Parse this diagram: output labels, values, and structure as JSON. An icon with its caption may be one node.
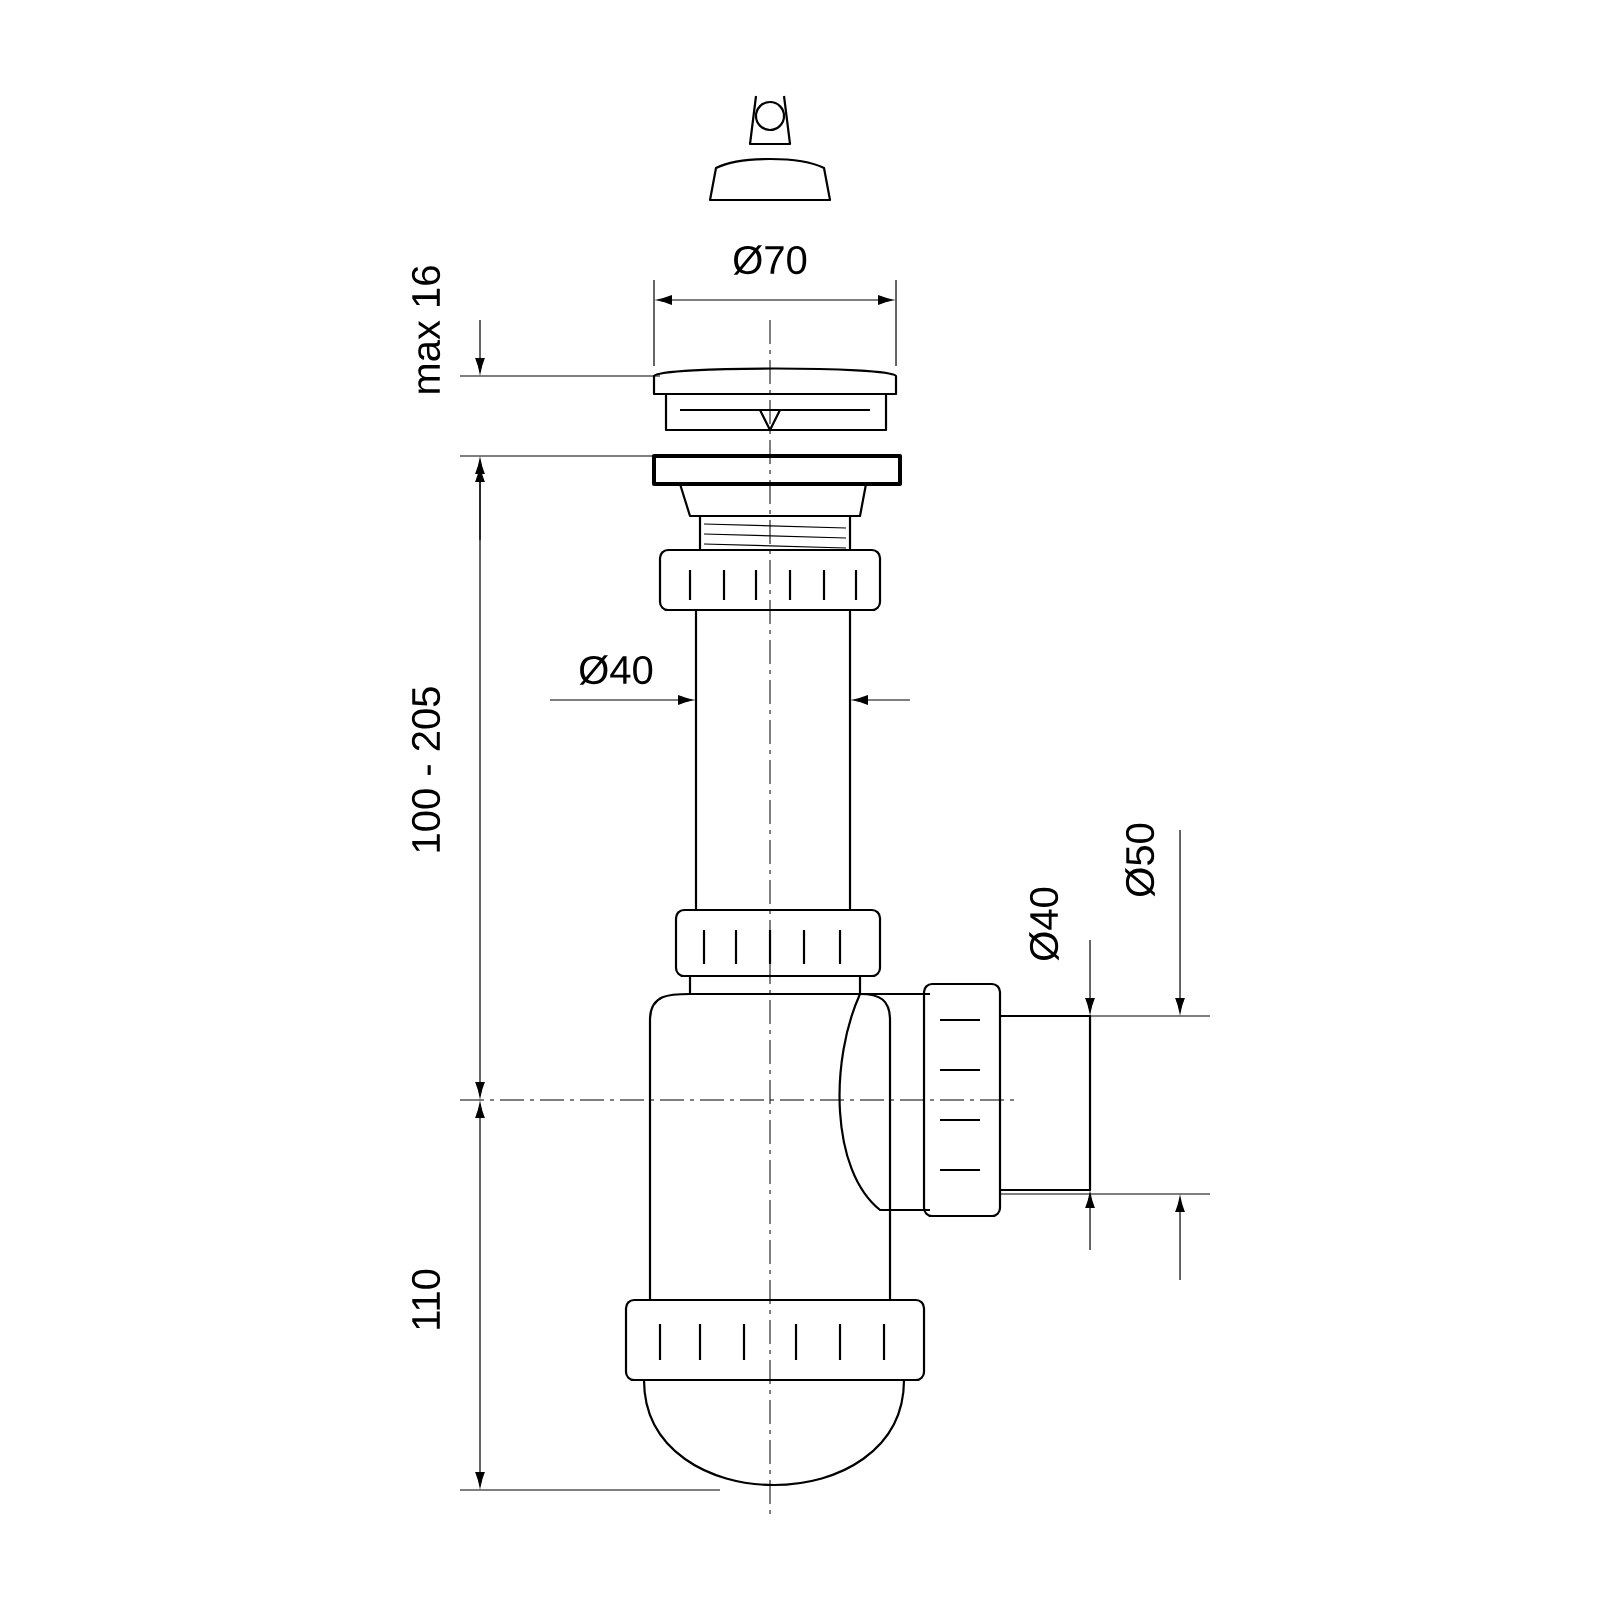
{
  "diagram": {
    "labels": [
      "Ø70",
      "max 16",
      "100 - 205",
      "Ø40",
      "Ø40",
      "Ø50",
      "110"
    ]
  }
}
